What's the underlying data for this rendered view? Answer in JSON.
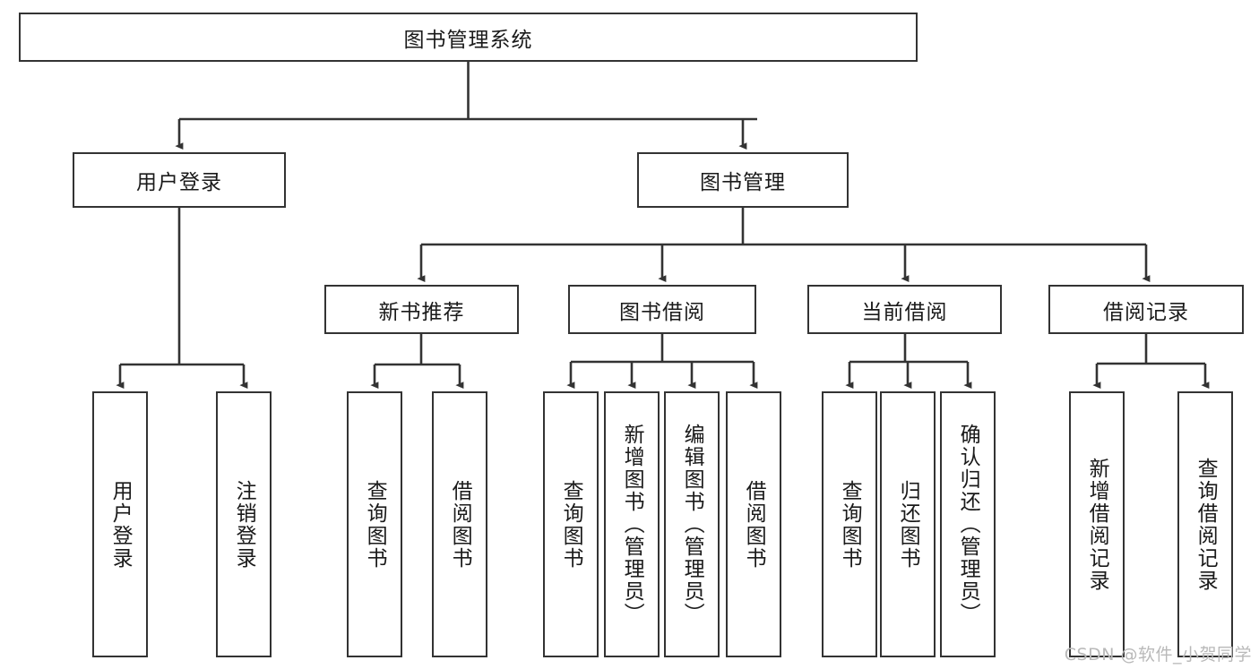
{
  "diagram": {
    "title": "图书管理系统",
    "type": "hierarchy-tree",
    "watermark": "CSDN @软件_小贺同学",
    "colors": {
      "box_border": "#333333",
      "box_fill": "#ffffff",
      "connector": "#333333",
      "text": "#1a1a1a",
      "watermark": "#b9b9b9",
      "background": "#ffffff"
    },
    "levels": {
      "root": {
        "label": "图书管理系统"
      },
      "level2": [
        {
          "label": "用户登录"
        },
        {
          "label": "图书管理"
        }
      ],
      "level3": [
        {
          "label": "新书推荐"
        },
        {
          "label": "图书借阅"
        },
        {
          "label": "当前借阅"
        },
        {
          "label": "借阅记录"
        }
      ],
      "level4": [
        {
          "label": "用户登录",
          "parent": "用户登录"
        },
        {
          "label": "注销登录",
          "parent": "用户登录"
        },
        {
          "label": "查询图书",
          "parent": "新书推荐"
        },
        {
          "label": "借阅图书",
          "parent": "新书推荐"
        },
        {
          "label": "查询图书",
          "parent": "图书借阅"
        },
        {
          "label": "新增图书（管理员）",
          "parent": "图书借阅"
        },
        {
          "label": "编辑图书（管理员）",
          "parent": "图书借阅"
        },
        {
          "label": "借阅图书",
          "parent": "图书借阅"
        },
        {
          "label": "查询图书",
          "parent": "当前借阅"
        },
        {
          "label": "归还图书",
          "parent": "当前借阅"
        },
        {
          "label": "确认归还（管理员）",
          "parent": "当前借阅"
        },
        {
          "label": "新增借阅记录",
          "parent": "借阅记录"
        },
        {
          "label": "查询借阅记录",
          "parent": "借阅记录"
        }
      ]
    }
  }
}
